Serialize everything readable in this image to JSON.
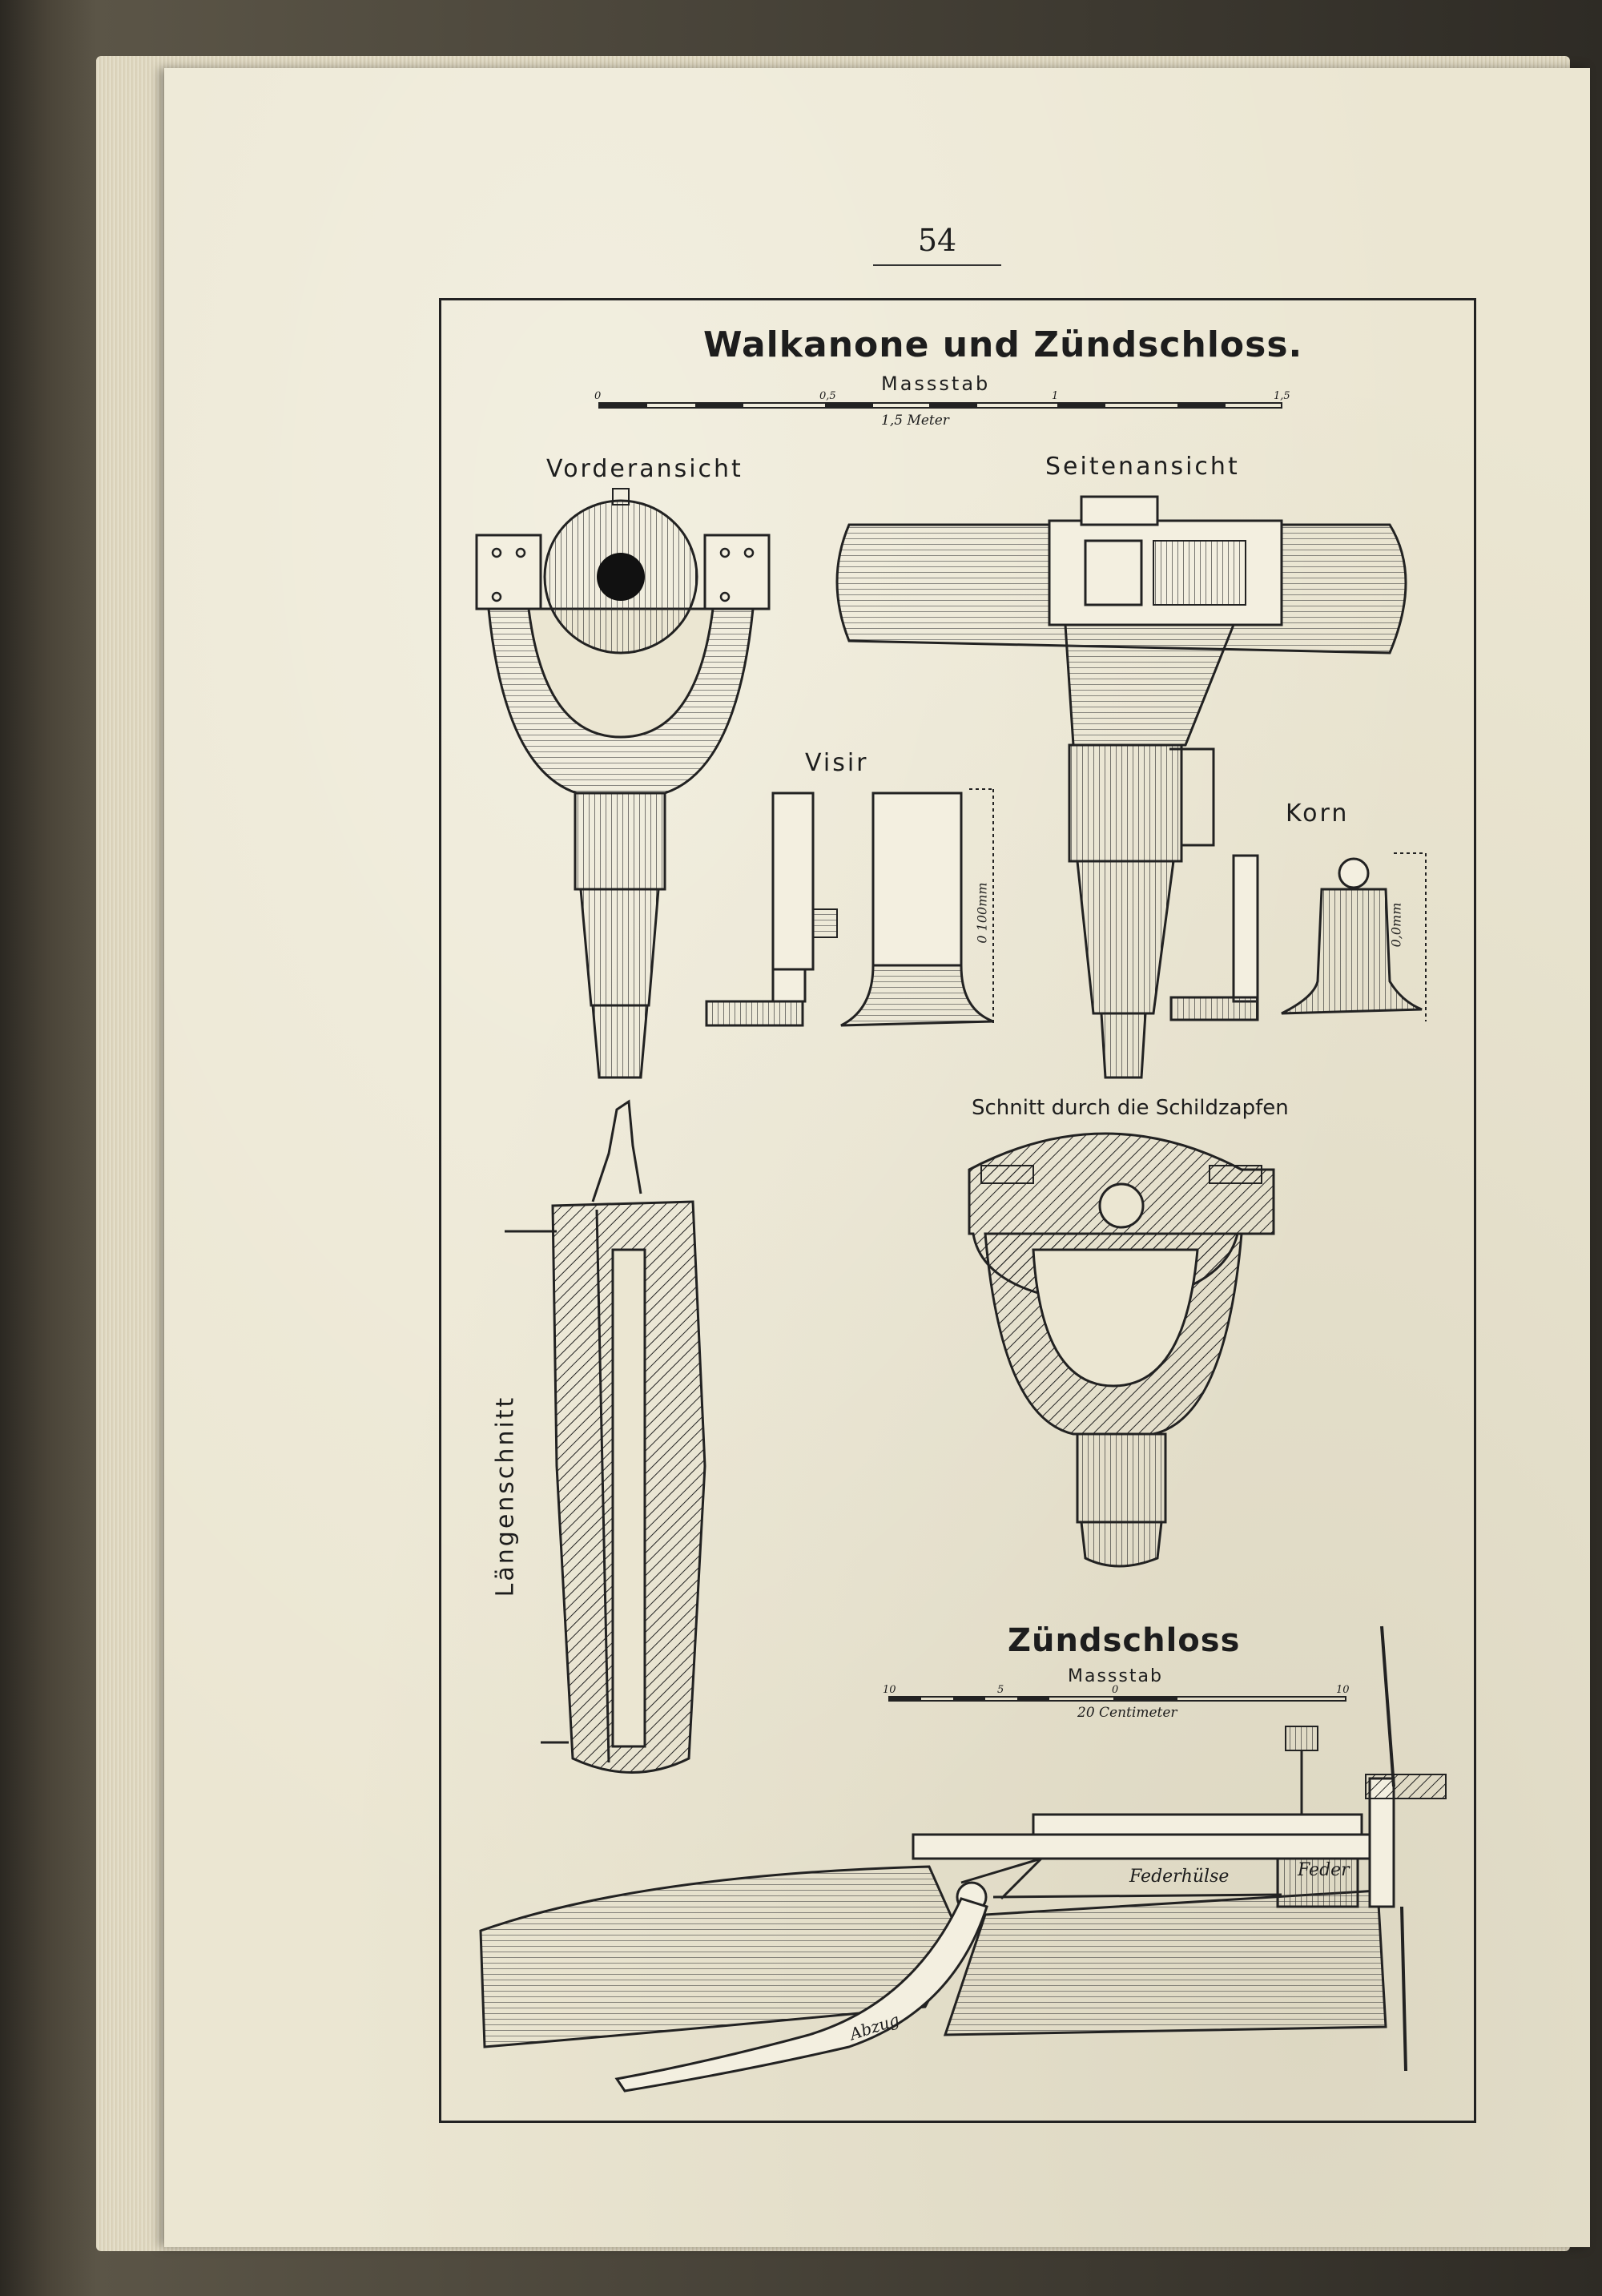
{
  "page": {
    "number": "54"
  },
  "plate": {
    "title": "Walkanone und Zündschloss.",
    "scale_top": {
      "label": "Massstab",
      "ticks": [
        "0",
        "0,5",
        "1",
        "1,5"
      ],
      "caption": "1,5 Meter"
    },
    "views": {
      "front": "Vorderansicht",
      "side": "Seitenansicht",
      "visir": "Visir",
      "korn": "Korn",
      "section_trunnions": "Schnitt durch die Schildzapfen",
      "longitudinal": "Längenschnitt"
    },
    "dimensions": {
      "visir_height": "0 100mm",
      "korn_height": "0,0mm"
    },
    "lock": {
      "title": "Zündschloss",
      "scale": {
        "label": "Massstab",
        "ticks": [
          "10",
          "5",
          "0",
          "10"
        ],
        "caption": "20 Centimeter"
      },
      "labels": {
        "federhuelse": "Federhülse",
        "feder": "Feder",
        "abzug": "Abzug"
      }
    }
  }
}
